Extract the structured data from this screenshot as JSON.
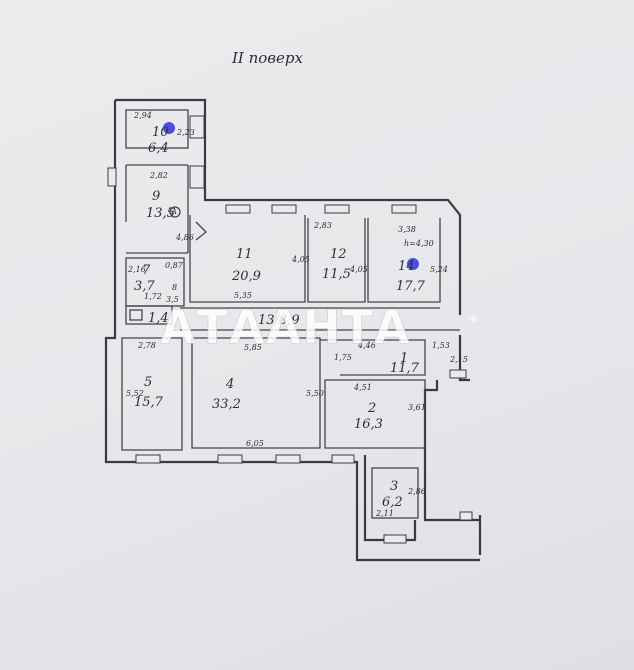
{
  "title": "II поверх",
  "watermark": "АТААНТА",
  "watermark_mark": "®",
  "colors": {
    "ink": "#3a3b42",
    "paper": "#e9eaec",
    "marker": "#4a4fe0",
    "watermark": "#ffffff"
  },
  "rooms": [
    {
      "id": "10",
      "number": "10",
      "area": "6,4"
    },
    {
      "id": "9",
      "number": "9",
      "area": "13,5"
    },
    {
      "id": "11",
      "number": "11",
      "area": "20,9"
    },
    {
      "id": "12",
      "number": "12",
      "area": "11,5"
    },
    {
      "id": "14",
      "number": "14",
      "area": "17,7"
    },
    {
      "id": "7",
      "number": "7",
      "area": "3,7"
    },
    {
      "id": "8",
      "number": "8",
      "area": "1,4"
    },
    {
      "id": "13",
      "number": "13",
      "area": "8,9"
    },
    {
      "id": "15",
      "number": "1",
      "area": "11,7"
    },
    {
      "id": "5",
      "number": "5",
      "area": "15,7"
    },
    {
      "id": "4",
      "number": "4",
      "area": "33,2"
    },
    {
      "id": "2",
      "number": "2",
      "area": "16,3"
    },
    {
      "id": "3",
      "number": "3",
      "area": "6,2"
    }
  ],
  "room_13_label": "13/8,9",
  "dimensions": {
    "d_294": "2,94",
    "d_223": "2,23",
    "d_282": "2,82",
    "d_486": "4,86",
    "d_216": "2,16",
    "d_172": "1,72",
    "d_355": "3,5",
    "d_087": "0,87",
    "d_8": "8",
    "d_405a": "4,05",
    "d_535": "5,35",
    "d_283": "2,83",
    "d_405b": "4,05",
    "d_338": "3,38",
    "d_h430": "h=4,30",
    "d_524": "5,24",
    "d_278": "2,78",
    "d_585": "5,85",
    "d_175": "1,75",
    "d_446": "4,46",
    "d_153": "1,53",
    "d_215": "2,15",
    "d_552": "5,52",
    "d_550": "5,50",
    "d_451": "4,51",
    "d_361": "3,61",
    "d_605": "6,05",
    "d_286": "2,86",
    "d_211": "2,11",
    "d_A": "А"
  }
}
